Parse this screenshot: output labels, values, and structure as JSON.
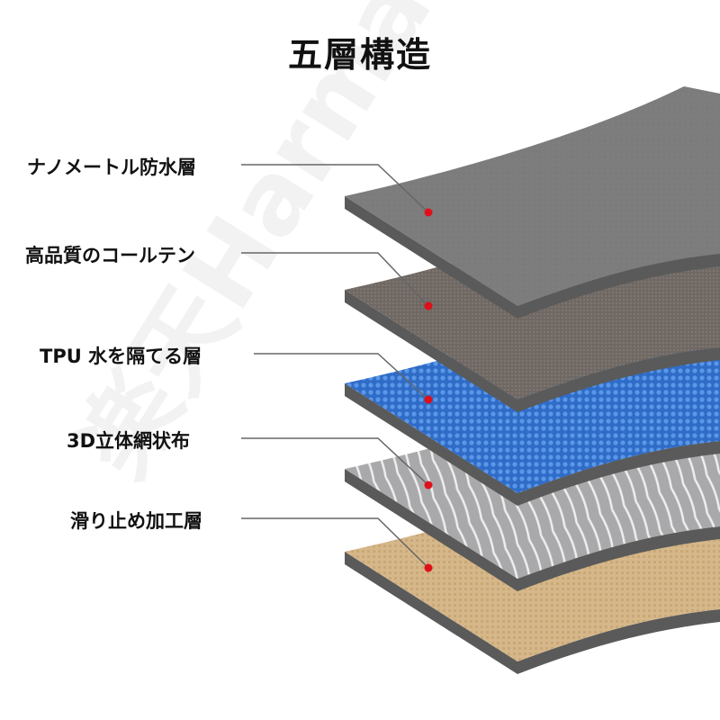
{
  "title": "五層構造",
  "watermark": "楽天Harmar",
  "layers": [
    {
      "label": "ナノメートル防水層",
      "color": "#7c7c7c"
    },
    {
      "label": "高品質のコールテン",
      "color": "#6f6863"
    },
    {
      "label": "TPU  水を隔てる層",
      "color": "#3b78d2"
    },
    {
      "label": "3D立体網状布",
      "color": "#b9b9bb"
    },
    {
      "label": "滑り止め加工層",
      "color": "#d5b78a"
    }
  ],
  "marker_color": "#e0101a",
  "edge_color": "#5a5a5a"
}
